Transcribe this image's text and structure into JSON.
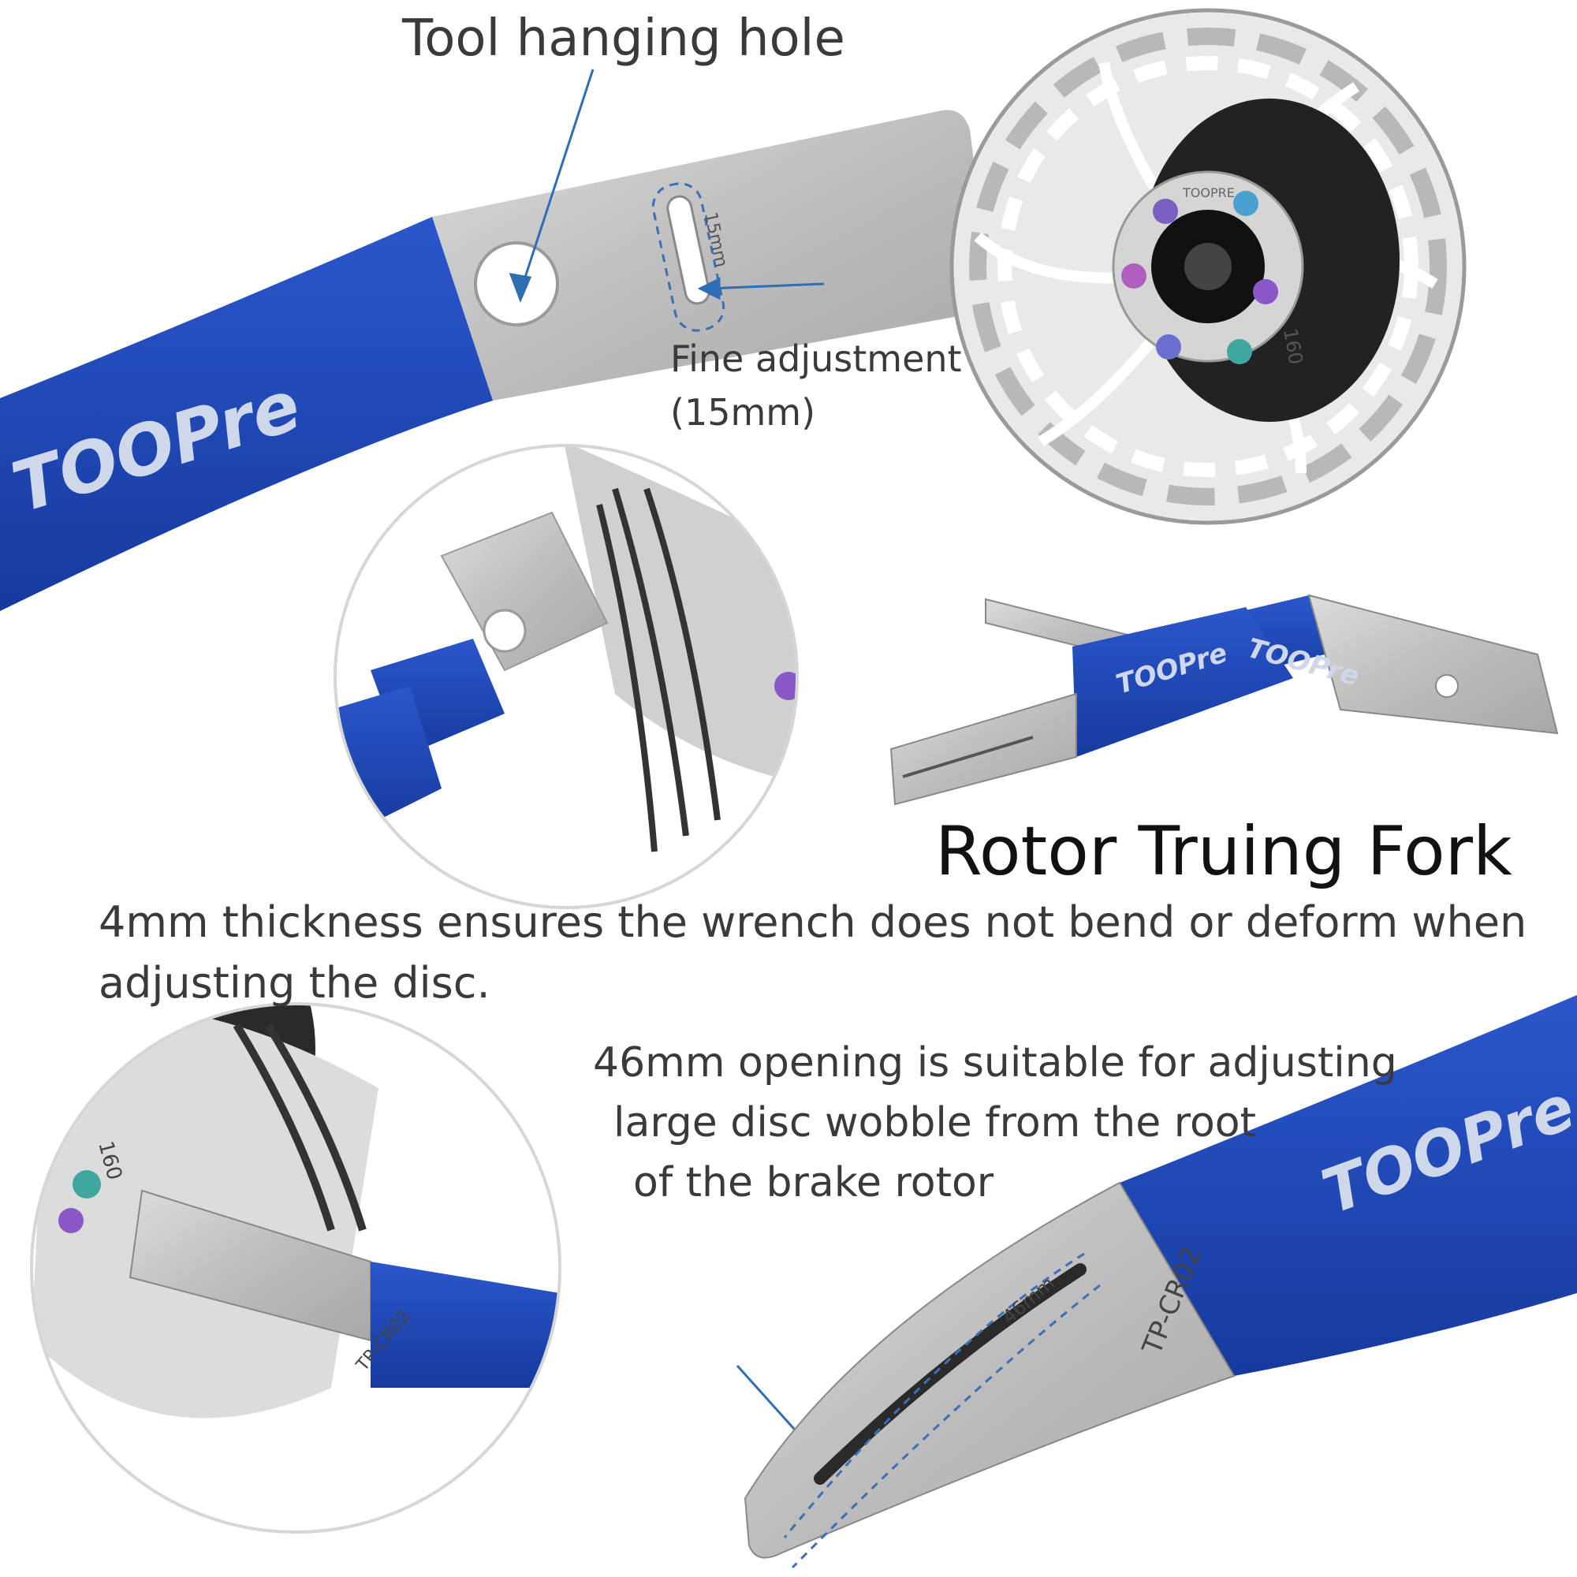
{
  "brand": {
    "name": "TOOPre",
    "accent": "#1e48b8",
    "steel": "#c4c4c4"
  },
  "labels": {
    "tool_hanging_hole": "Tool hanging hole",
    "fine_adjustment_line1": "Fine adjustment",
    "fine_adjustment_line2": "(15mm)",
    "title": "Rotor Truing Fork",
    "thickness_line1": "4mm thickness ensures the wrench does not bend or deform when",
    "thickness_line2": "adjusting the disc.",
    "opening_line1": "46mm opening is suitable for adjusting",
    "opening_line2": "large disc wobble from the root",
    "opening_line3": "of the brake rotor"
  },
  "engravings": {
    "slot_15": "15mm",
    "slot_46": "46mm",
    "model": "TP-CR02",
    "rotor_size": "160",
    "rotor_brand": "TOOPRE"
  }
}
